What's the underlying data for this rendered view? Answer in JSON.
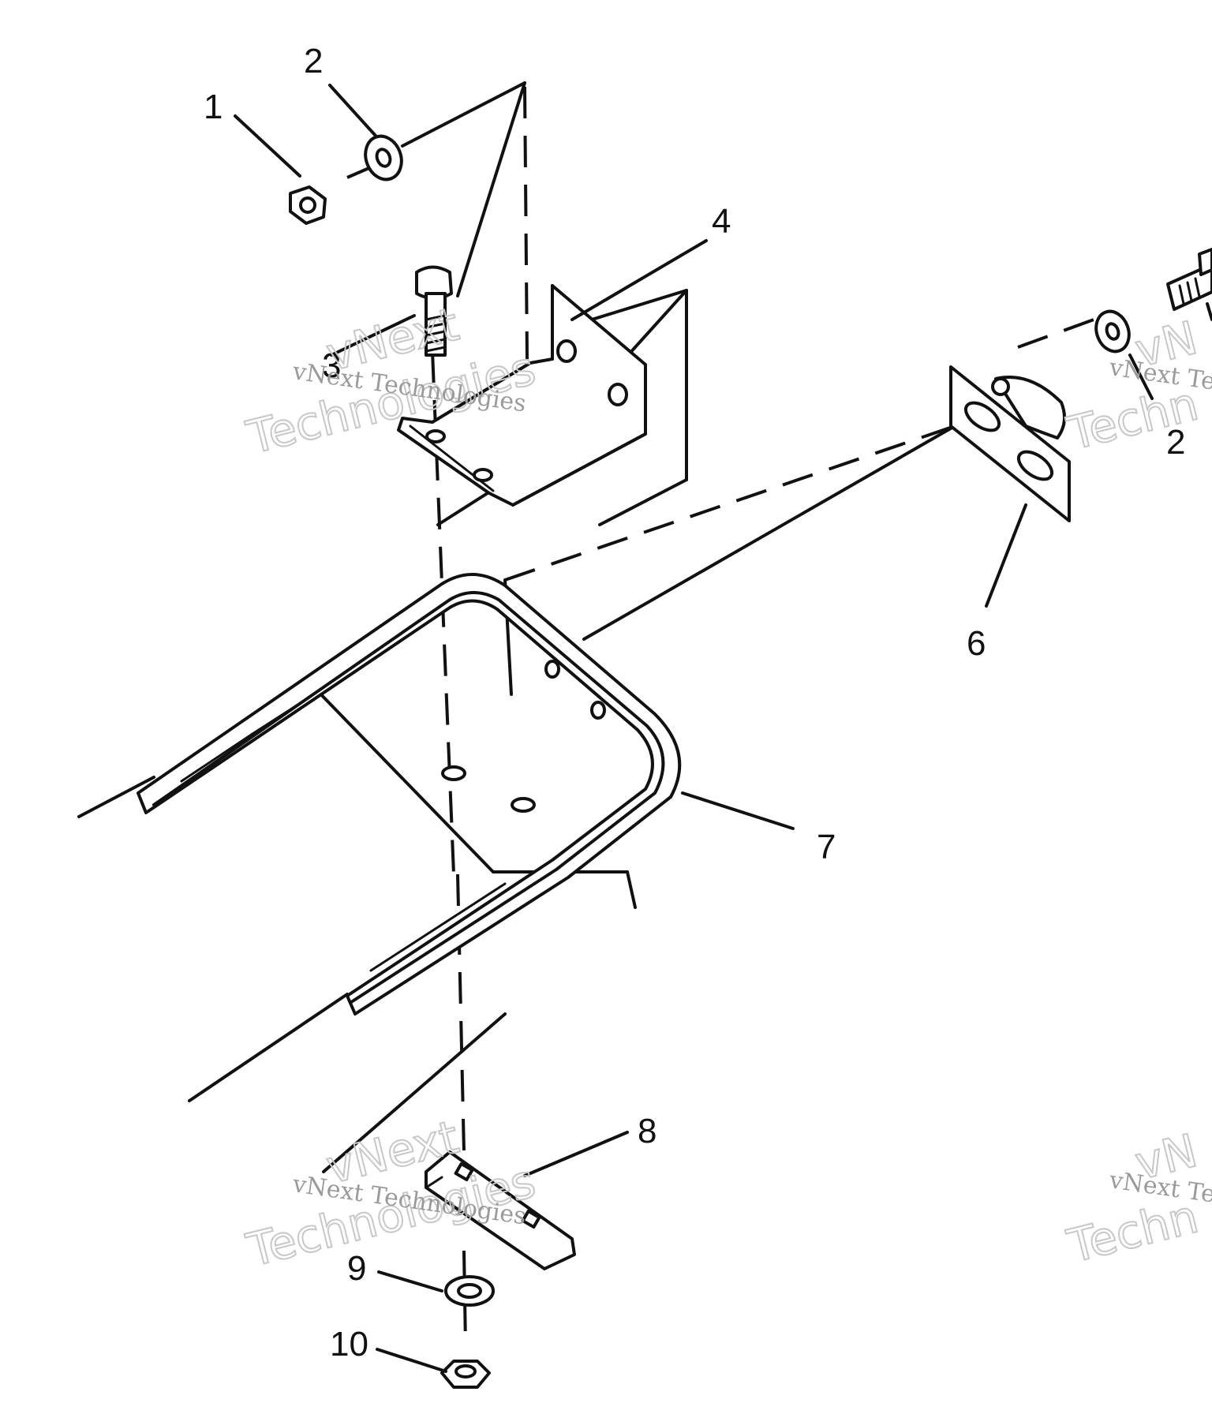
{
  "callouts": {
    "c1": "1",
    "c2": "2",
    "c2b": "2",
    "c3": "3",
    "c4": "4",
    "c6": "6",
    "c7": "7",
    "c8": "8",
    "c9": "9",
    "c10": "10"
  },
  "watermarks": {
    "brand_line": "vNext Technologies",
    "brand_line_cut": "vNext Te",
    "brand_big_top": "vNext",
    "brand_big_bottom": "Technologies",
    "brand_big_cut_top": "vN",
    "brand_big_cut_bottom": "Techn"
  }
}
